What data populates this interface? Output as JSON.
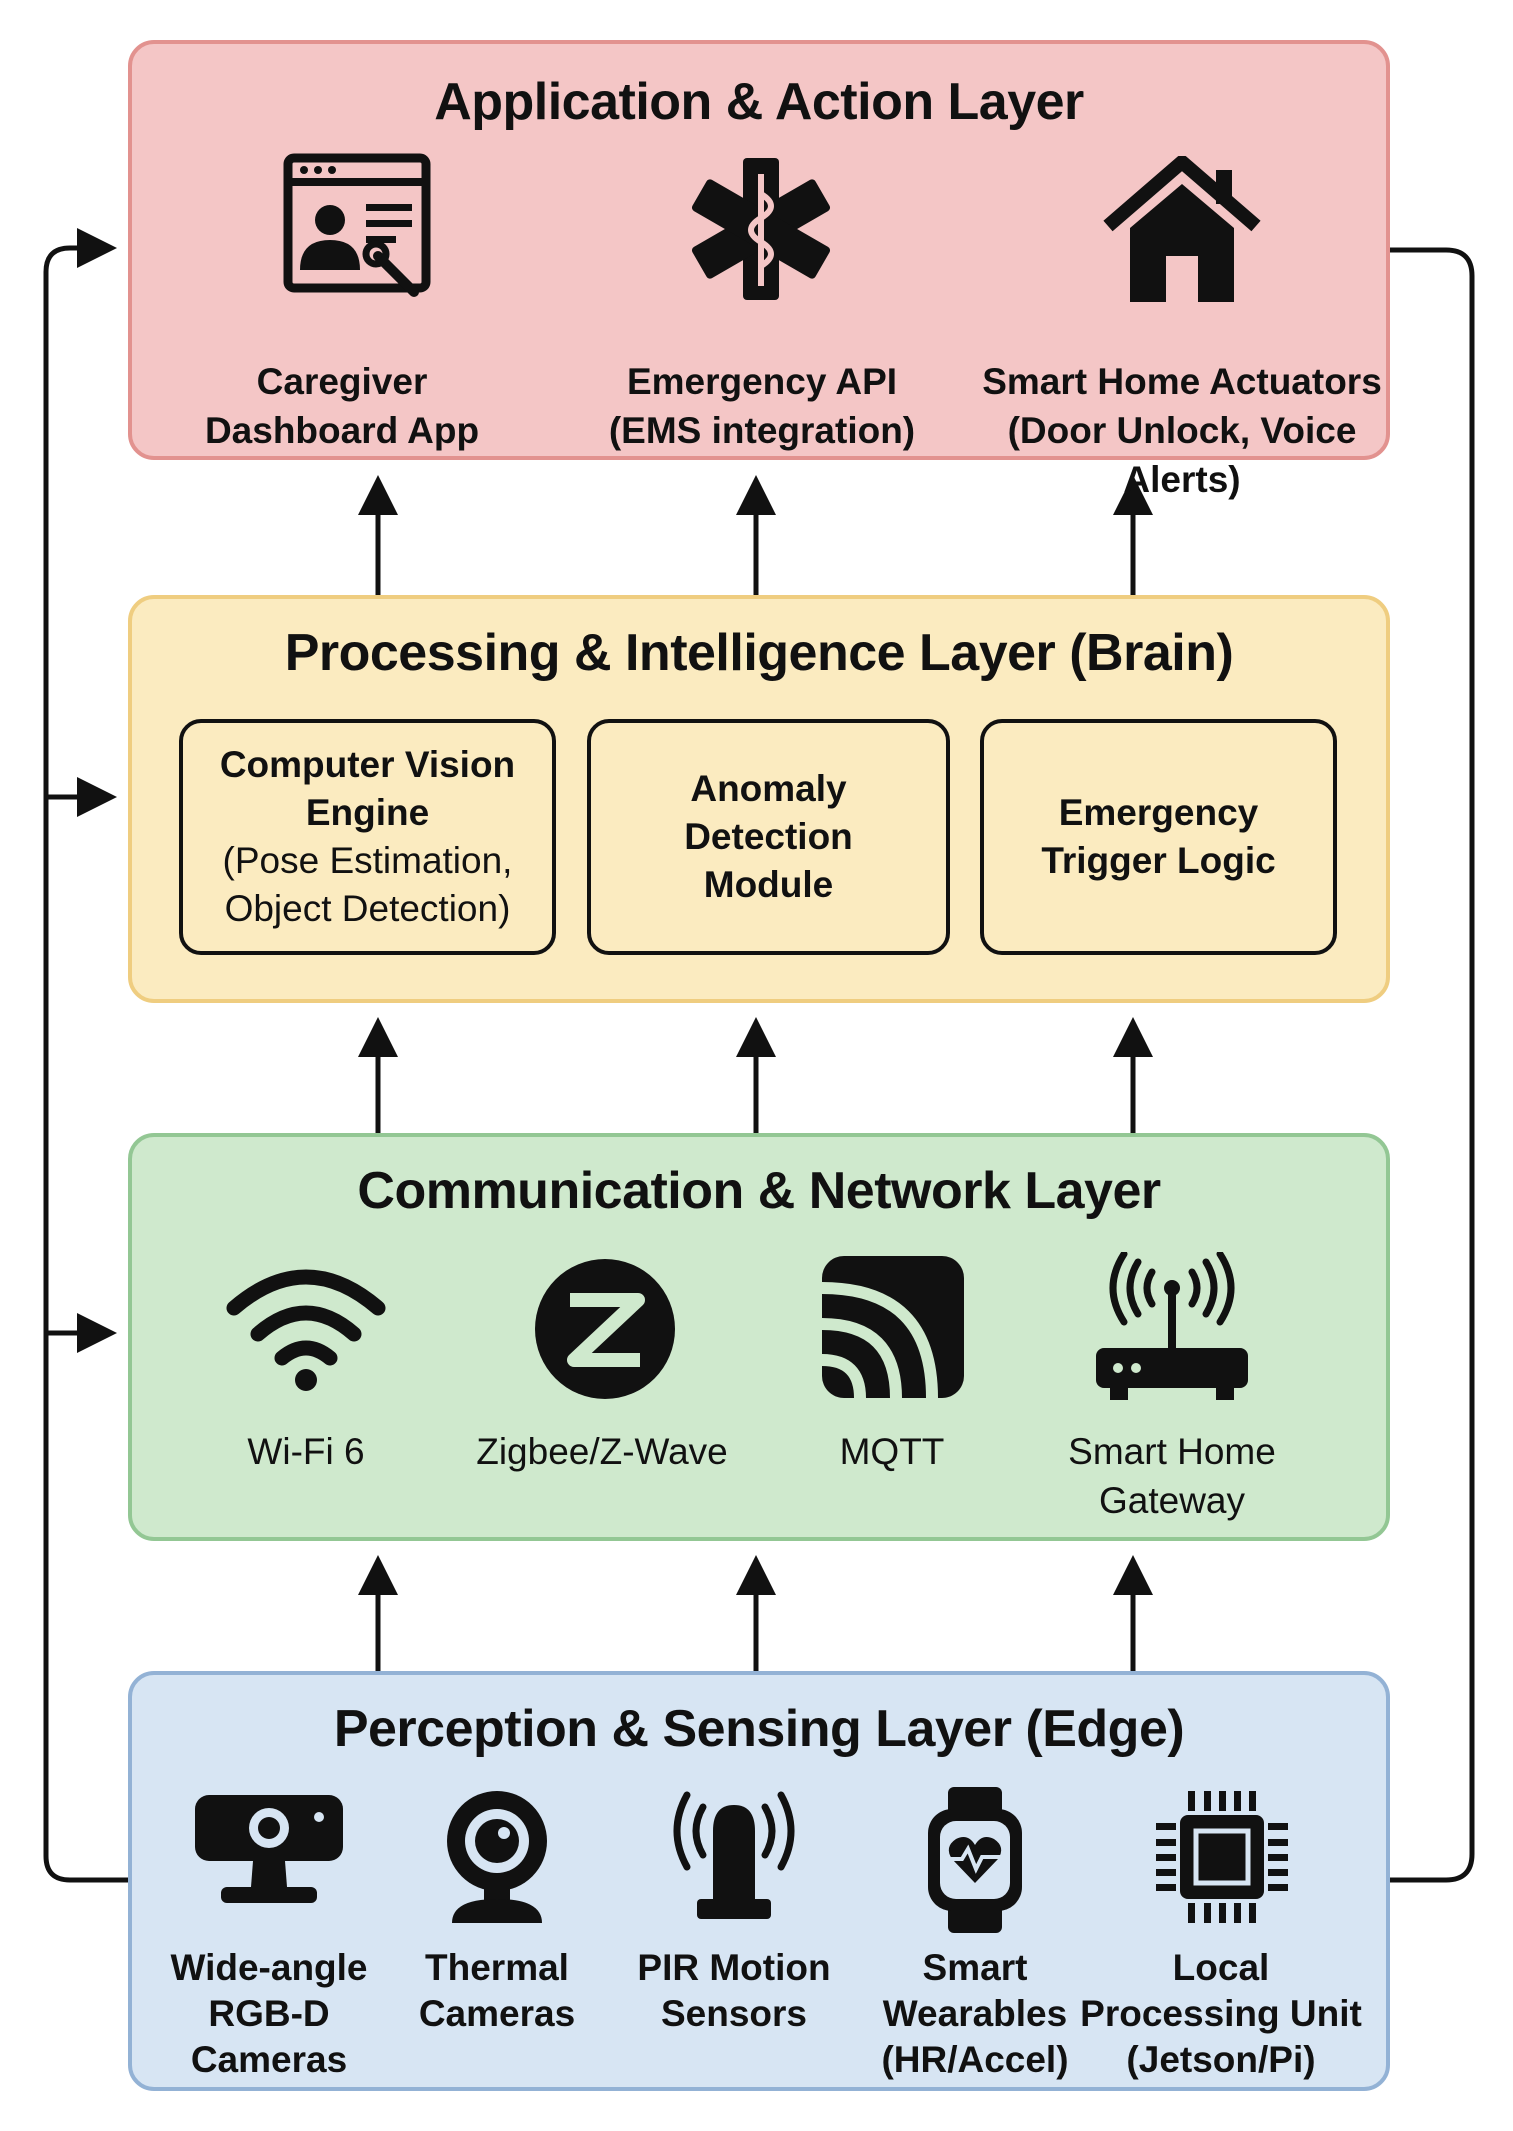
{
  "layers": {
    "application": {
      "title": "Application & Action Layer",
      "color": "#f4c6c6",
      "items": [
        {
          "label": "Caregiver\nDashboard App",
          "icon": "dashboard-app-icon"
        },
        {
          "label": "Emergency API\n(EMS integration)",
          "icon": "star-of-life-icon"
        },
        {
          "label": "Smart Home Actuators\n(Door Unlock, Voice Alerts)",
          "icon": "house-icon"
        }
      ]
    },
    "processing": {
      "title": "Processing & Intelligence Layer (Brain)",
      "color": "#fbebc0",
      "modules": [
        {
          "name": "Computer Vision\nEngine",
          "description": "(Pose Estimation,\nObject Detection)"
        },
        {
          "name": "Anomaly\nDetection\nModule",
          "description": ""
        },
        {
          "name": "Emergency\nTrigger Logic",
          "description": ""
        }
      ]
    },
    "communication": {
      "title": "Communication & Network Layer",
      "color": "#cfe9cd",
      "items": [
        {
          "label": "Wi-Fi 6",
          "icon": "wifi-icon"
        },
        {
          "label": "Zigbee/Z-Wave",
          "icon": "z-wave-icon"
        },
        {
          "label": "MQTT",
          "icon": "mqtt-icon"
        },
        {
          "label": "Smart Home\nGateway",
          "icon": "router-icon"
        }
      ]
    },
    "perception": {
      "title": "Perception & Sensing Layer (Edge)",
      "color": "#d7e5f3",
      "items": [
        {
          "label": "Wide-angle\nRGB-D\nCameras",
          "icon": "webcam-icon"
        },
        {
          "label": "Thermal\nCameras",
          "icon": "thermal-camera-icon"
        },
        {
          "label": "PIR Motion\nSensors",
          "icon": "motion-sensor-icon"
        },
        {
          "label": "Smart\nWearables\n(HR/Accel)",
          "icon": "smartwatch-icon"
        },
        {
          "label": "Local\nProcessing Unit\n(Jetson/Pi)",
          "icon": "chip-icon"
        }
      ]
    }
  }
}
